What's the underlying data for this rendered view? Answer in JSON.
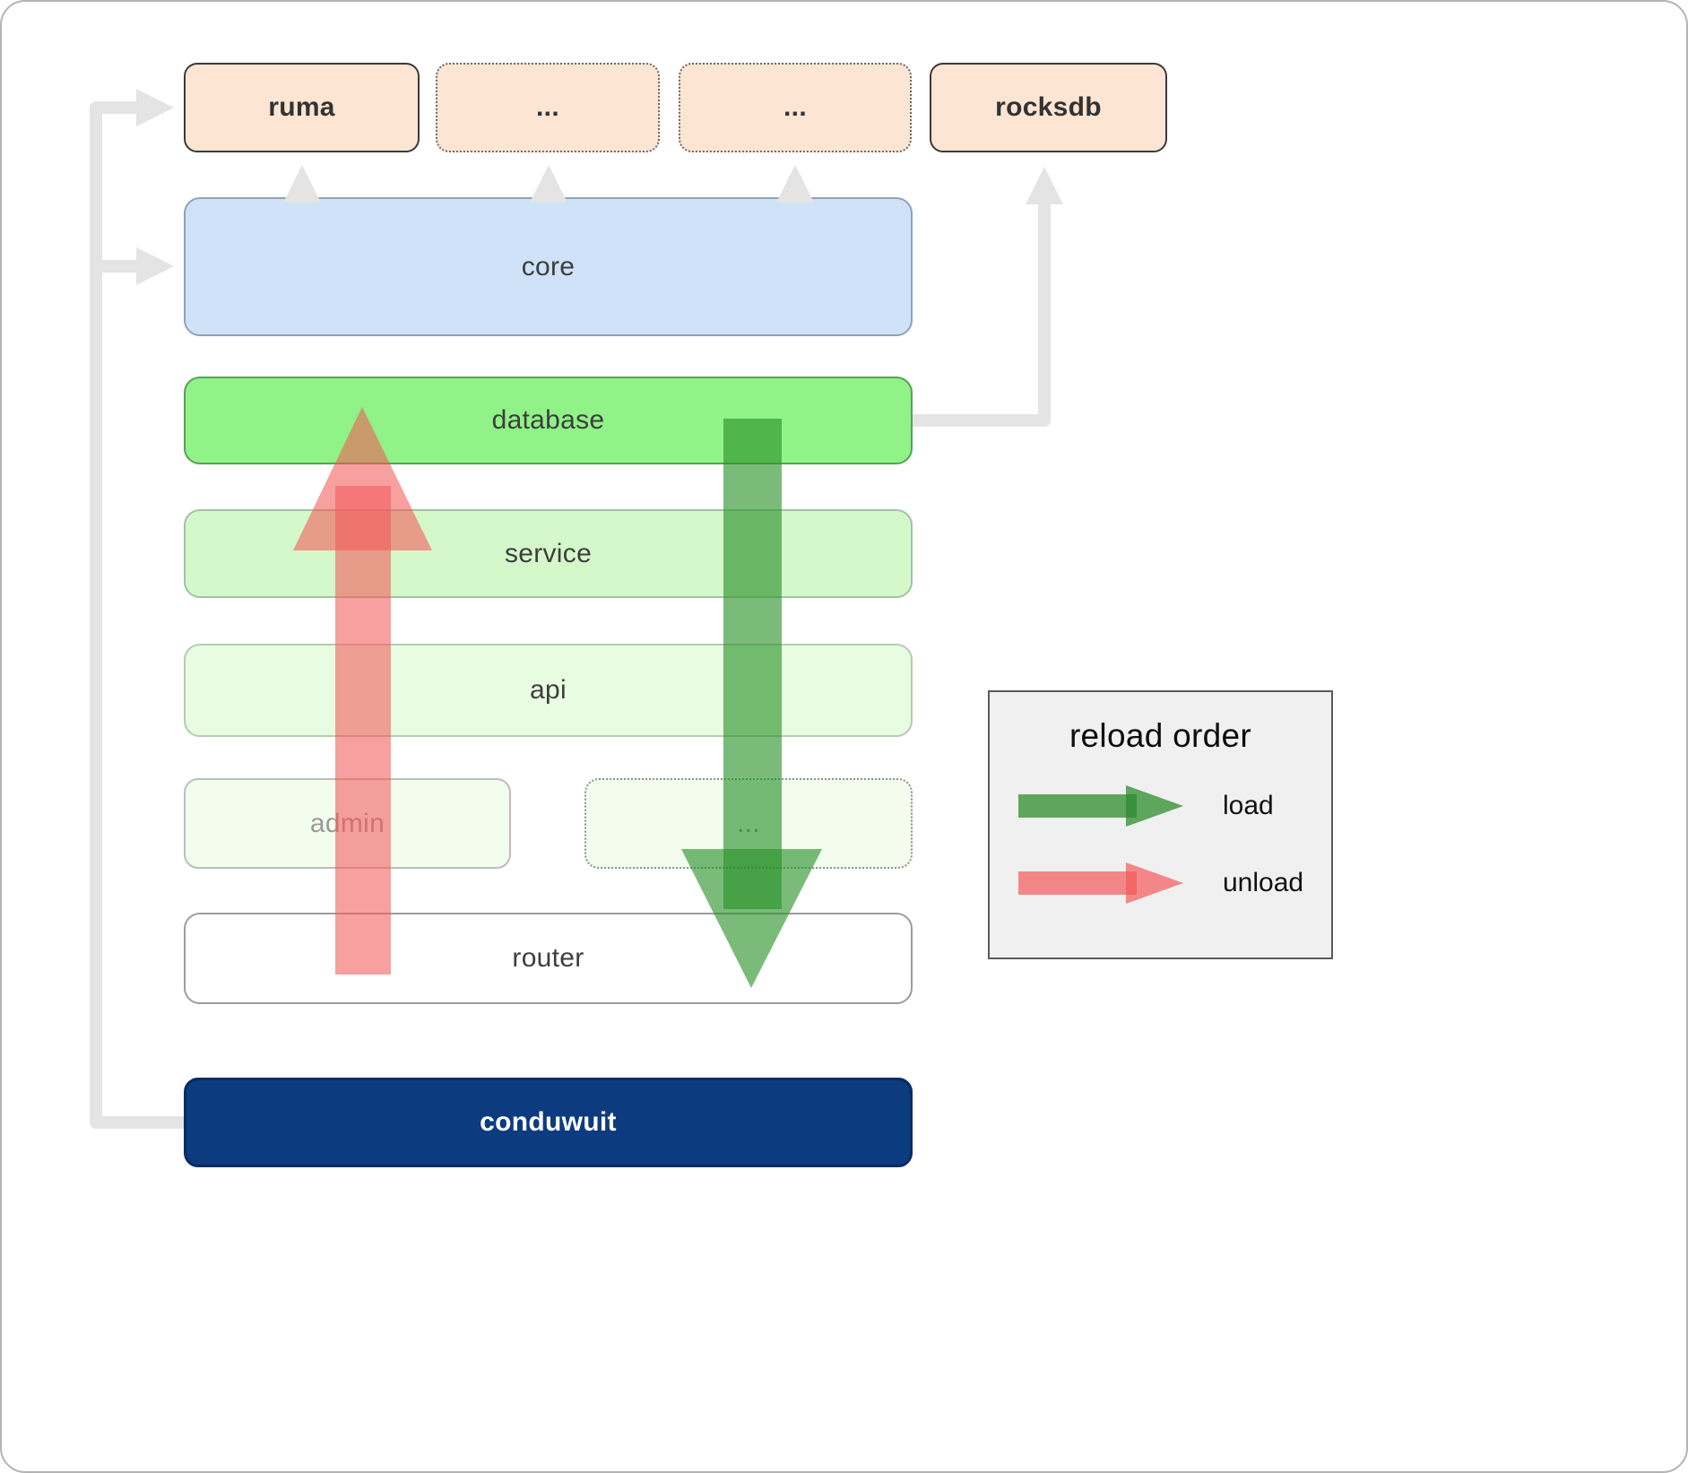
{
  "diagram": {
    "top_row": [
      {
        "label": "ruma",
        "style": "solid"
      },
      {
        "label": "...",
        "style": "dotted"
      },
      {
        "label": "...",
        "style": "dotted"
      },
      {
        "label": "rocksdb",
        "style": "solid"
      }
    ],
    "core": {
      "label": "core"
    },
    "database": {
      "label": "database"
    },
    "service": {
      "label": "service"
    },
    "api": {
      "label": "api"
    },
    "admin": {
      "label": "admin"
    },
    "more_modules": {
      "label": "..."
    },
    "router": {
      "label": "router"
    },
    "conduwuit": {
      "label": "conduwuit"
    }
  },
  "legend": {
    "title": "reload order",
    "items": [
      {
        "label": "load",
        "color": "#2e8b2e"
      },
      {
        "label": "unload",
        "color": "#f35a5a"
      }
    ]
  },
  "colors": {
    "dependency_box": "#fce5d3",
    "core": "#cfe2f7",
    "database": "#90f287",
    "service": "#d5f8cb",
    "api": "#e7fce0",
    "admin": "#f2fdee",
    "router": "#ffffff",
    "conduwuit": "#0c3b80",
    "connector_gray": "#e4e4e4",
    "load_arrow": "#2d8c2d",
    "unload_arrow": "#f35a5a"
  }
}
